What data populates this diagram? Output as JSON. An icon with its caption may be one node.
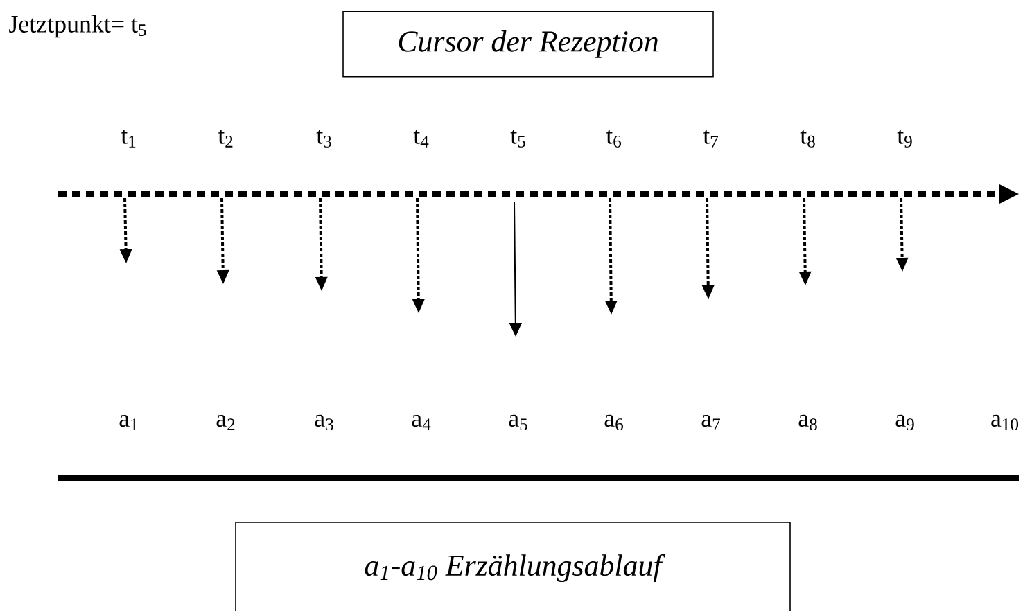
{
  "diagram": {
    "nodes": [
      {
        "text": [
          "Cursor der Rezeption"
        ]
      },
      {
        "text": [
          "a$_{1}$-a$_{10}$ Erzählungsablauf"
        ]
      }
    ],
    "labels": [
      "Jetztpunkt= t$_{5}$",
      "t$_{1}$",
      "t$_{2}$",
      "t$_{3}$",
      "t$_{4}$",
      "t$_{5}$",
      "t$_{6}$",
      "t$_{7}$",
      "t$_{8}$",
      "t$_{9}$",
      "a$_{1}$",
      "a$_{2}$",
      "a$_{3}$",
      "a$_{4}$",
      "a$_{5}$",
      "a$_{6}$",
      "a$_{7}$",
      "a$_{8}$",
      "a$_{9}$",
      "a$_{10}$"
    ]
  }
}
